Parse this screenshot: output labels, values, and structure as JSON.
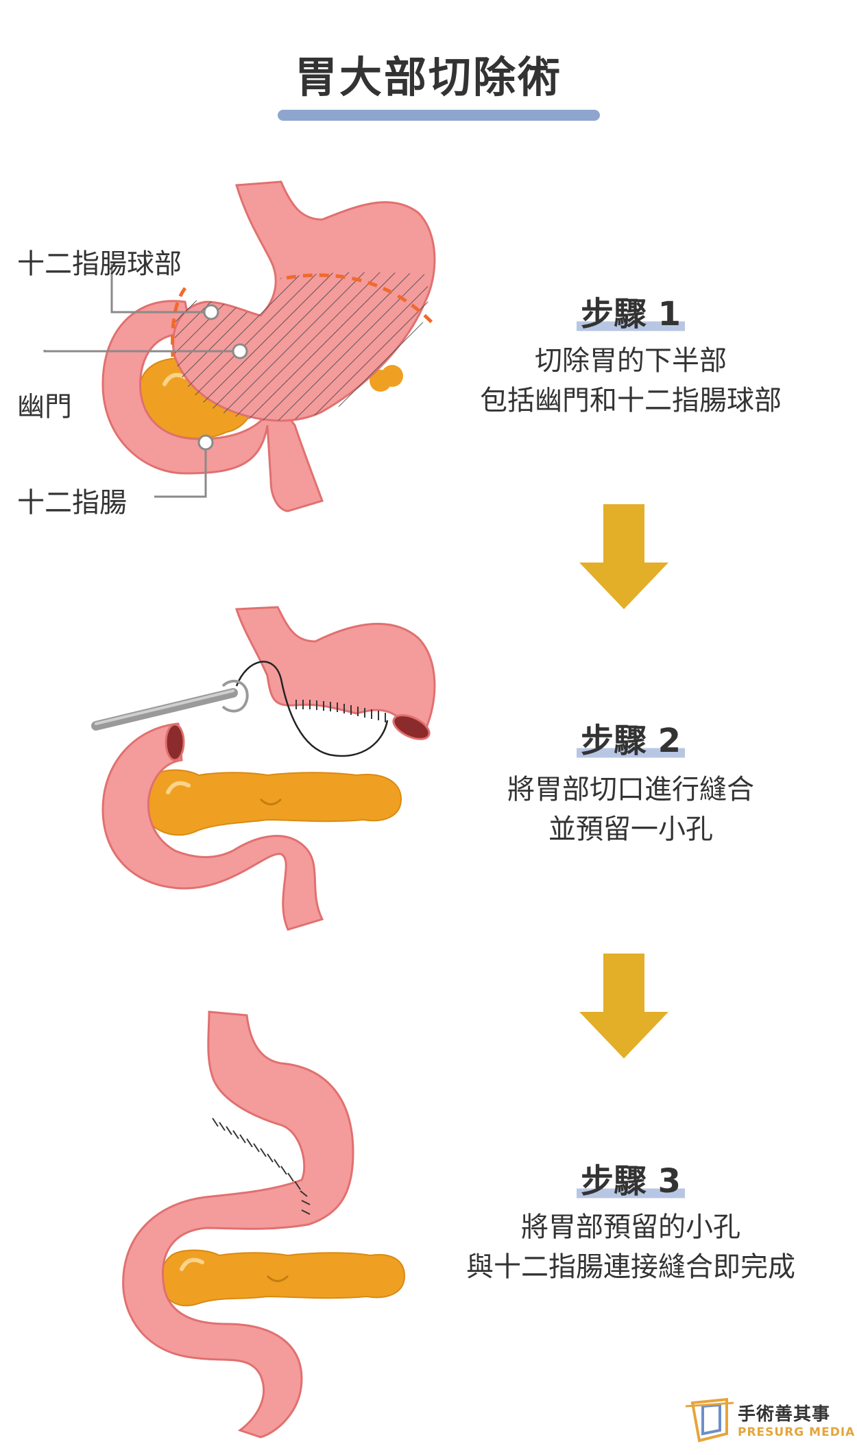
{
  "title": "胃大部切除術",
  "labels": {
    "duodenal_bulb": "十二指腸球部",
    "pylorus": "幽門",
    "duodenum": "十二指腸"
  },
  "steps": [
    {
      "heading": "步驟 1",
      "lines": [
        "切除胃的下半部",
        "包括幽門和十二指腸球部"
      ]
    },
    {
      "heading": "步驟 2",
      "lines": [
        "將胃部切口進行縫合",
        "並預留一小孔"
      ]
    },
    {
      "heading": "步驟 3",
      "lines": [
        "將胃部預留的小孔",
        "與十二指腸連接縫合即完成"
      ]
    }
  ],
  "logo": {
    "name": "手術善其事",
    "sub": "PRESURG MEDIA"
  },
  "colors": {
    "organ_pink": "#f49b9b",
    "organ_outline": "#e0706f",
    "pancreas": "#efa022",
    "arrow": "#e3ae28",
    "title_bar": "#8ea6cd",
    "cut_line": "#ef6a2c"
  },
  "icons": [
    "down-arrow-icon",
    "surgical-needle-icon",
    "logo-icon"
  ]
}
